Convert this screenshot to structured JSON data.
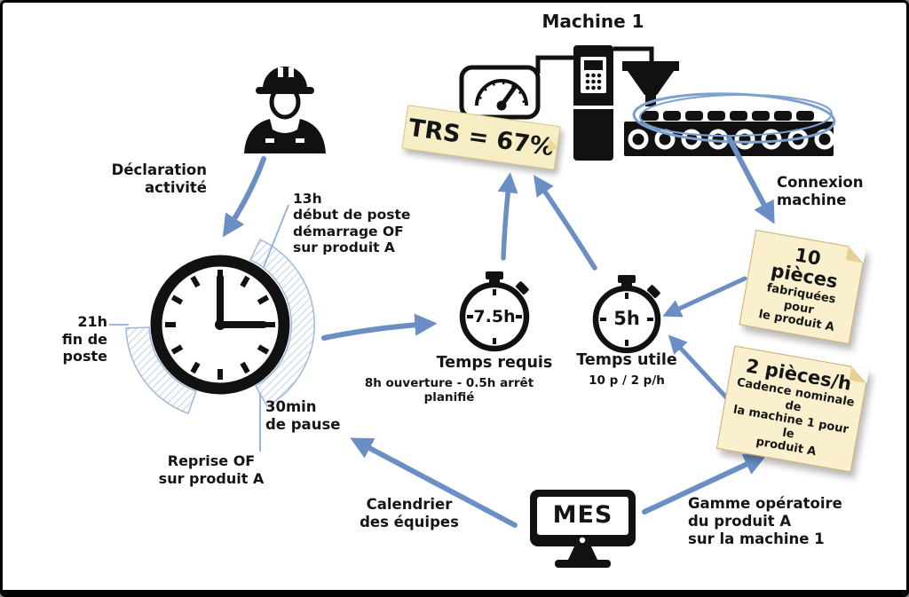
{
  "diagram": {
    "machine": {
      "title": "Machine 1",
      "connection_label": "Connexion\nmachine"
    },
    "trs_note": "TRS = 67%",
    "operator": {
      "label": "Déclaration\nactivité"
    },
    "clock": {
      "shift_start": "13h\ndébut de poste\ndémarrage OF\nsur produit A",
      "shift_end": "21h\nfin de poste",
      "pause": "30min\nde pause",
      "resume": "Reprise OF\nsur produit A"
    },
    "required_time": {
      "value": "7.5h",
      "label": "Temps requis",
      "detail": "8h ouverture - 0.5h arrêt planifié"
    },
    "useful_time": {
      "value": "5h",
      "label": "Temps utile",
      "detail": "10 p / 2 p/h"
    },
    "notes": {
      "pieces": {
        "title": "10 pièces",
        "body": "fabriquées pour\nle produit A"
      },
      "cadence": {
        "title": "2 pièces/h",
        "body": "Cadence nominale de\nla machine 1 pour le\nproduit A"
      }
    },
    "mes": {
      "label": "MES",
      "calendar": "Calendrier\ndes équipes",
      "routing": "Gamme opératoire\ndu produit A\nsur la machine 1"
    }
  },
  "colors": {
    "arrow": "#6b8fc4",
    "leader_line": "#8fb0d8",
    "hatch": "#b9cce4",
    "note_background": "#faf0cd",
    "note_border": "#cfae6e",
    "ink": "#151515",
    "background": "#ffffff"
  }
}
